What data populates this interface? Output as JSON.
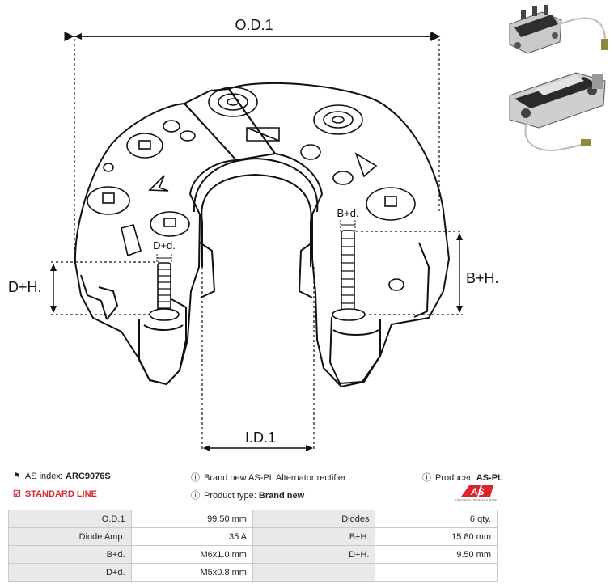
{
  "drawing": {
    "od_label": "O.D.1",
    "id_label": "I.D.1",
    "dh_label": "D+H.",
    "bh_label": "B+H.",
    "bd_label": "B+d.",
    "dd_label": "D+d."
  },
  "info": {
    "as_index_label": "AS index:",
    "as_index_value": "ARC9076S",
    "line_label": "STANDARD LINE",
    "description": "Brand new AS-PL Alternator rectifier",
    "product_type_label": "Product type:",
    "product_type_value": "Brand new",
    "producer_label": "Producer:",
    "producer_value": "AS-PL",
    "logo_text": "AS",
    "logo_tagline": "Alternators, Starters & Parts"
  },
  "specs": [
    {
      "k1": "O.D.1",
      "v1": "99.50 mm",
      "k2": "Diodes",
      "v2": "6 qty."
    },
    {
      "k1": "Diode Amp.",
      "v1": "35 A",
      "k2": "B+H.",
      "v2": "15.80 mm"
    },
    {
      "k1": "B+d.",
      "v1": "M6x1.0 mm",
      "k2": "D+H.",
      "v2": "9.50 mm"
    },
    {
      "k1": "D+d.",
      "v1": "M5x0.8 mm",
      "k2": "",
      "v2": ""
    }
  ],
  "colors": {
    "accent": "#d8262f",
    "header_bg": "#e9e9e9",
    "border": "#c9c9c9"
  }
}
